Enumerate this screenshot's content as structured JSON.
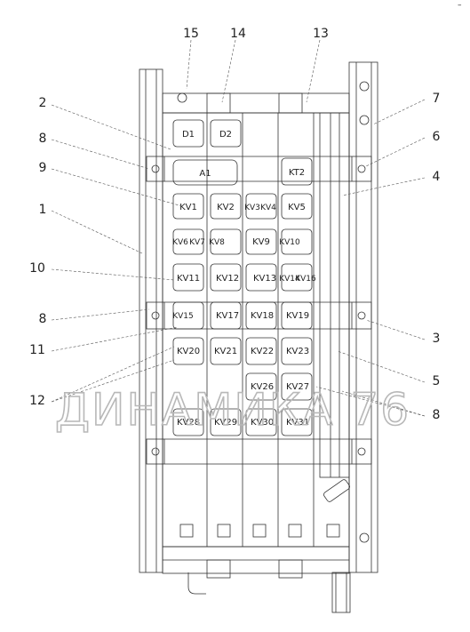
{
  "callouts": {
    "c15": "15",
    "c14": "14",
    "c13": "13",
    "c7": "7",
    "c2": "2",
    "c6": "6",
    "c8a": "8",
    "c9": "9",
    "c4": "4",
    "c1": "1",
    "c10": "10",
    "c8b": "8",
    "c3": "3",
    "c11": "11",
    "c5": "5",
    "c12": "12",
    "c8c": "8"
  },
  "relays": {
    "d1": "D1",
    "d2": "D2",
    "a1": "A1",
    "kt2": "KT2",
    "kv1": "KV1",
    "kv2": "KV2",
    "kv3": "KV3",
    "kv4": "KV4",
    "kv5": "KV5",
    "kv6": "KV6",
    "kv7": "KV7",
    "kv8": "KV8",
    "kv9": "KV9",
    "kv10": "KV10",
    "kv11": "KV11",
    "kv12": "KV12",
    "kv13": "KV13",
    "kv14": "KV14",
    "kv16": "KV16",
    "kv15": "KV15",
    "kv17": "KV17",
    "kv18": "KV18",
    "kv19": "KV19",
    "kv20": "KV20",
    "kv21": "KV21",
    "kv22": "KV22",
    "kv23": "KV23",
    "kv26": "KV26",
    "kv27": "KV27",
    "kv28": "KV28",
    "kv29": "KV29",
    "kv30": "KV30",
    "kv31": "KV31"
  },
  "watermark": "ДИНАМИКА 76",
  "corner_mark": "–"
}
